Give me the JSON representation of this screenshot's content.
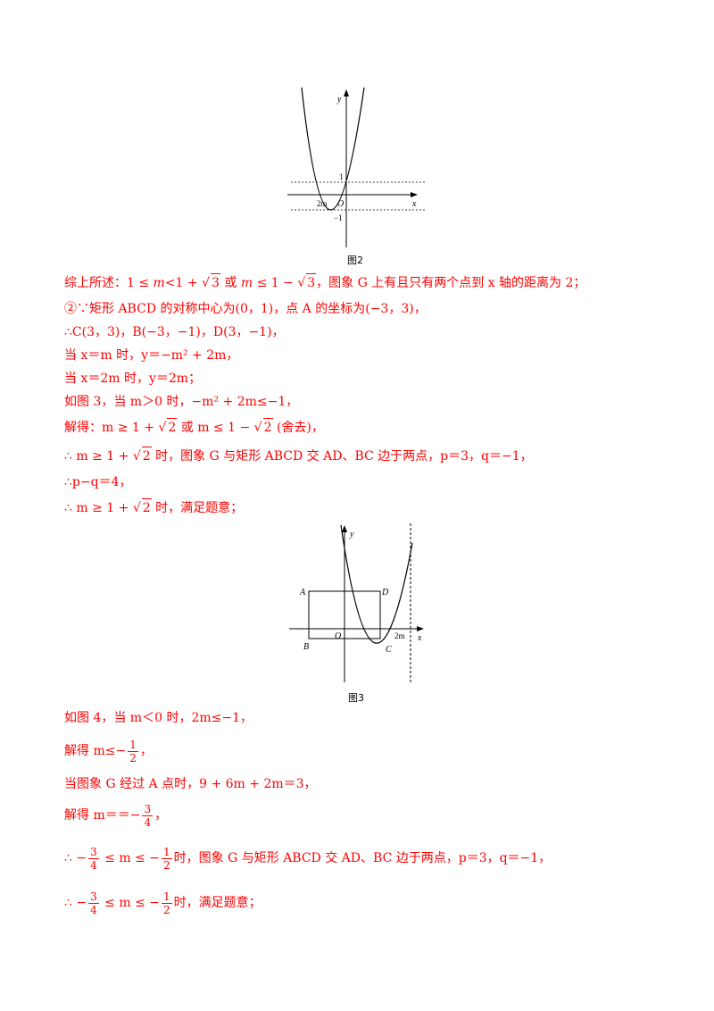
{
  "figure2": {
    "y_label": "y",
    "x_label": "x",
    "origin_label": "O",
    "label_1": "1",
    "label_neg1": "−1",
    "label_2m": "2m",
    "caption": "图2"
  },
  "figure3": {
    "y_label": "y",
    "x_label": "x",
    "origin_label": "O",
    "label_A": "A",
    "label_B": "B",
    "label_C": "C",
    "label_D": "D",
    "label_2m": "2m",
    "caption": "图3"
  },
  "text": {
    "l1_a": "综上所述：1 ≤ ",
    "l1_b": "m",
    "l1_c": "<1 + ",
    "l1_sqrt1": "3",
    "l1_d": " 或 ",
    "l1_e": "m",
    "l1_f": " ≤ 1 − ",
    "l1_sqrt2": "3",
    "l1_g": "，图象 G 上有且只有两个点到 x 轴的距离为 2；",
    "l2": "②∵矩形 ABCD 的对称中心为(0，1)，点 A 的坐标为(−3，3)，",
    "l3": "∴C(3，3)，B(−3，−1)，D(3，−1)，",
    "l4": "当 x＝m 时，y＝−m² + 2m，",
    "l5": "当 x＝2m 时，y＝2m；",
    "l6": "如图 3，当 m＞0 时，−m² + 2m≤−1，",
    "l7_a": "解得：m ≥ 1 + ",
    "l7_sqrt1": "2",
    "l7_b": " 或 m ≤ 1 − ",
    "l7_sqrt2": "2",
    "l7_c": " (舍去)，",
    "l8_a": "∴ m ≥ 1 + ",
    "l8_sqrt": "2",
    "l8_b": " 时，图象 G 与矩形 ABCD 交 AD、BC 边于两点，p＝3，q＝−1，",
    "l9": "∴p−q＝4，",
    "l10_a": "∴ m ≥ 1 + ",
    "l10_sqrt": "2",
    "l10_b": " 时，满足题意；",
    "l11": "如图 4，当 m＜0 时，2m≤−1，",
    "l12_a": "解得 m≤−",
    "l12_num": "1",
    "l12_den": "2",
    "l12_b": "，",
    "l13": "当图象 G 经过 A 点时，9 + 6m + 2m＝3，",
    "l14_a": "解得 m＝＝−",
    "l14_num": "3",
    "l14_den": "4",
    "l14_b": "，",
    "l15_a": "∴ −",
    "l15_num1": "3",
    "l15_den1": "4",
    "l15_b": " ≤ m ≤ −",
    "l15_num2": "1",
    "l15_den2": "2",
    "l15_c": "时，图象 G 与矩形 ABCD 交 AD、BC 边于两点，p＝3，q＝−1，",
    "l16_a": "∴ −",
    "l16_num1": "3",
    "l16_den1": "4",
    "l16_b": " ≤ m ≤ −",
    "l16_num2": "1",
    "l16_den2": "2",
    "l16_c": "时，满足题意；"
  }
}
